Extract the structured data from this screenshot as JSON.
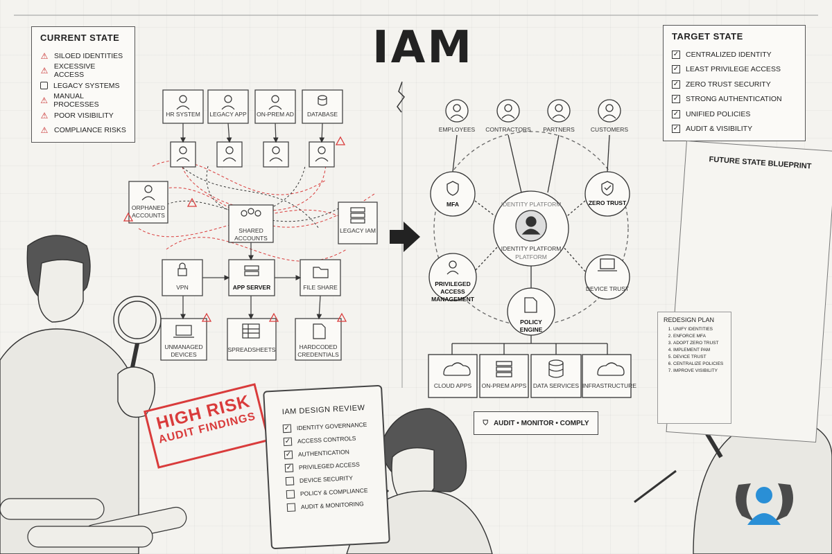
{
  "title": "IAM",
  "current_state": {
    "heading": "CURRENT STATE",
    "items": [
      {
        "label": "SILOED IDENTITIES",
        "icon": "warning-icon"
      },
      {
        "label": "EXCESSIVE ACCESS",
        "icon": "warning-icon"
      },
      {
        "label": "LEGACY SYSTEMS",
        "icon": "legacy-icon"
      },
      {
        "label": "MANUAL PROCESSES",
        "icon": "warning-icon"
      },
      {
        "label": "POOR VISIBILITY",
        "icon": "warning-icon"
      },
      {
        "label": "COMPLIANCE RISKS",
        "icon": "warning-icon"
      }
    ]
  },
  "target_state": {
    "heading": "TARGET STATE",
    "items": [
      {
        "label": "CENTRALIZED IDENTITY"
      },
      {
        "label": "LEAST PRIVILEGE ACCESS"
      },
      {
        "label": "ZERO TRUST SECURITY"
      },
      {
        "label": "STRONG AUTHENTICATION"
      },
      {
        "label": "UNIFIED POLICIES"
      },
      {
        "label": "AUDIT & VISIBILITY"
      }
    ]
  },
  "current_diagram": {
    "sources": [
      "HR SYSTEM",
      "LEGACY APP",
      "ON-PREM AD",
      "DATABASE"
    ],
    "orphaned": "ORPHANED ACCOUNTS",
    "shared": "SHARED ACCOUNTS",
    "legacy_iam": "LEGACY IAM",
    "vpn": "VPN",
    "app_server": "APP SERVER",
    "file_share": "FILE SHARE",
    "unmanaged": "UNMANAGED DEVICES",
    "spreadsheets": "SPREADSHEETS",
    "hardcoded": "HARDCODED CREDENTIALS"
  },
  "target_diagram": {
    "users": [
      "EMPLOYEES",
      "CONTRACTORS",
      "PARTNERS",
      "CUSTOMERS"
    ],
    "mfa": "MFA",
    "zero_trust": "ZERO TRUST",
    "identity_platform_top": "IDENTITY PLATFORM",
    "identity_platform_bottom": "IDENTITY PLATFORM",
    "platform": "PLATFORM",
    "pam": "PRIVILEGED ACCESS MANAGEMENT",
    "device_trust": "DEVICE TRUST",
    "policy_engine": "POLICY ENGINE",
    "resources": [
      "CLOUD APPS",
      "ON-PREM APPS",
      "DATA SERVICES",
      "INFRASTRUCTURE"
    ],
    "audit_bar": "AUDIT • MONITOR • COMPLY"
  },
  "stamp": {
    "line1": "HIGH RISK",
    "line2": "AUDIT FINDINGS"
  },
  "review": {
    "heading": "IAM DESIGN REVIEW",
    "items": [
      {
        "label": "IDENTITY GOVERNANCE",
        "checked": true
      },
      {
        "label": "ACCESS CONTROLS",
        "checked": true
      },
      {
        "label": "AUTHENTICATION",
        "checked": true
      },
      {
        "label": "PRIVILEGED ACCESS",
        "checked": true
      },
      {
        "label": "DEVICE SECURITY",
        "checked": false
      },
      {
        "label": "POLICY & COMPLIANCE",
        "checked": false
      },
      {
        "label": "AUDIT & MONITORING",
        "checked": false
      }
    ]
  },
  "blueprint": {
    "heading": "FUTURE STATE BLUEPRINT",
    "plan_heading": "REDESIGN PLAN",
    "plan": [
      "UNIFY IDENTITIES",
      "ENFORCE MFA",
      "ADOPT ZERO TRUST",
      "IMPLEMENT PAM",
      "DEVICE TRUST",
      "CENTRALIZE POLICIES",
      "IMPROVE VISIBILITY"
    ]
  },
  "colors": {
    "risk": "#d93b3b",
    "ink": "#222222",
    "paper": "#f4f3ef",
    "logo": "#2a8fd6"
  }
}
